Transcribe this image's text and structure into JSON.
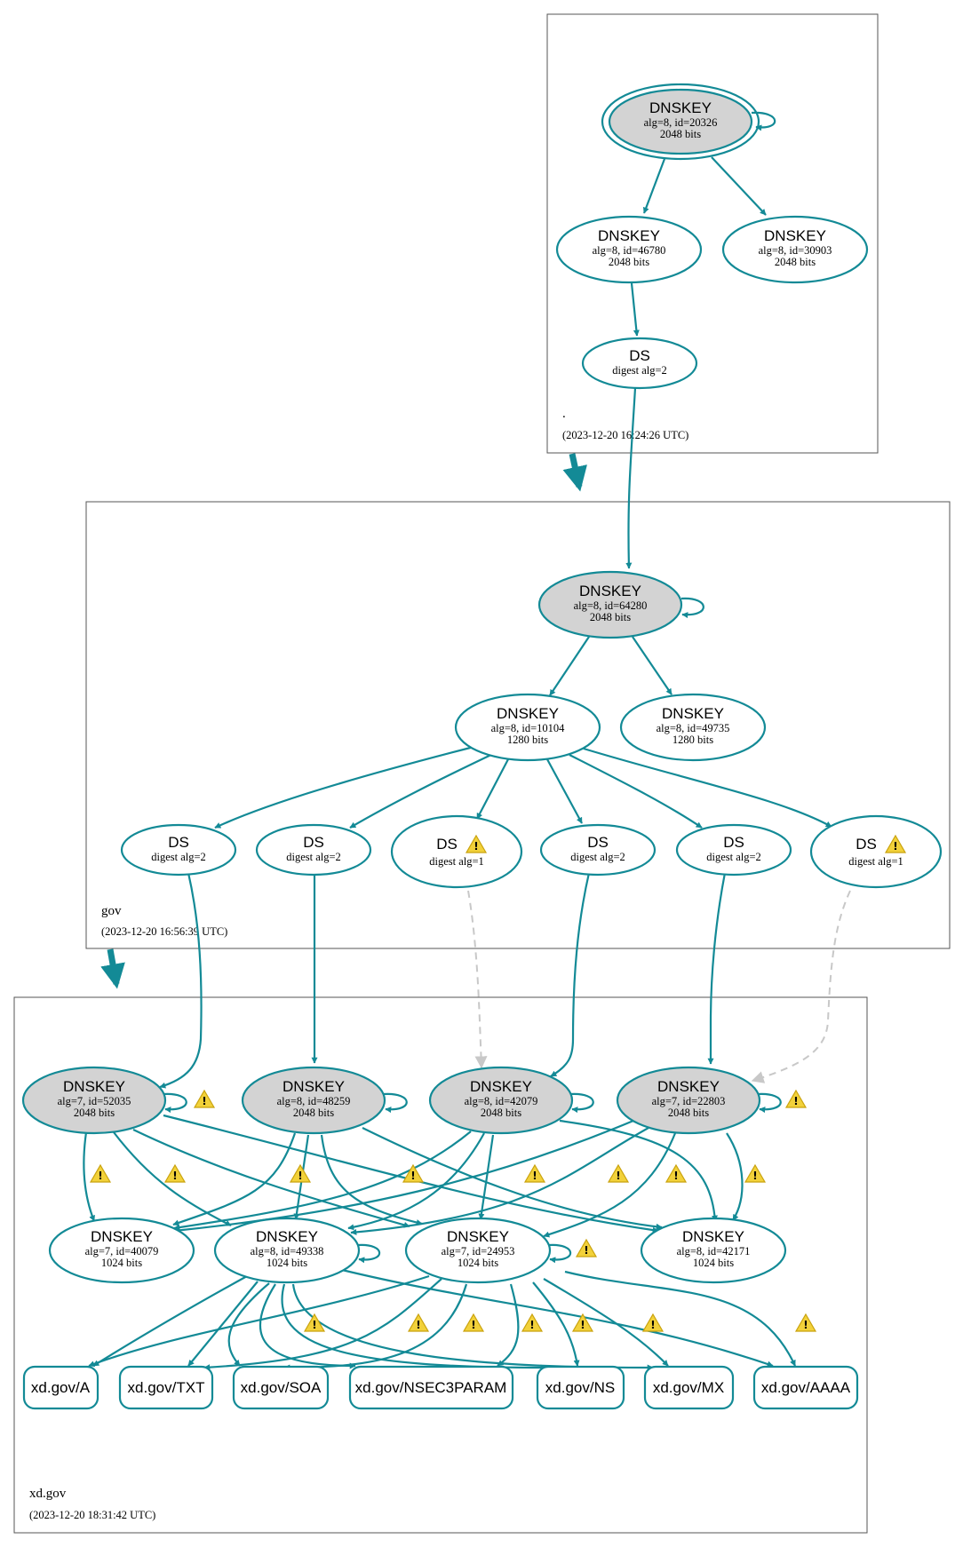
{
  "zones": {
    "root": {
      "name": ".",
      "timestamp": "(2023-12-20 16:24:26 UTC)"
    },
    "gov": {
      "name": "gov",
      "timestamp": "(2023-12-20 16:56:39 UTC)"
    },
    "xd": {
      "name": "xd.gov",
      "timestamp": "(2023-12-20 18:31:42 UTC)"
    }
  },
  "nodes": {
    "root_ksk": {
      "title": "DNSKEY",
      "line1": "alg=8, id=20326",
      "line2": "2048 bits"
    },
    "root_zsk1": {
      "title": "DNSKEY",
      "line1": "alg=8, id=46780",
      "line2": "2048 bits"
    },
    "root_zsk2": {
      "title": "DNSKEY",
      "line1": "alg=8, id=30903",
      "line2": "2048 bits"
    },
    "root_ds": {
      "title": "DS",
      "line1": "digest alg=2"
    },
    "gov_ksk": {
      "title": "DNSKEY",
      "line1": "alg=8, id=64280",
      "line2": "2048 bits"
    },
    "gov_zsk1": {
      "title": "DNSKEY",
      "line1": "alg=8, id=10104",
      "line2": "1280 bits"
    },
    "gov_zsk2": {
      "title": "DNSKEY",
      "line1": "alg=8, id=49735",
      "line2": "1280 bits"
    },
    "gov_ds1": {
      "title": "DS",
      "line1": "digest alg=2"
    },
    "gov_ds2": {
      "title": "DS",
      "line1": "digest alg=2"
    },
    "gov_ds3": {
      "title": "DS",
      "line1": "digest alg=1"
    },
    "gov_ds4": {
      "title": "DS",
      "line1": "digest alg=2"
    },
    "gov_ds5": {
      "title": "DS",
      "line1": "digest alg=2"
    },
    "gov_ds6": {
      "title": "DS",
      "line1": "digest alg=1"
    },
    "xd_ksk1": {
      "title": "DNSKEY",
      "line1": "alg=7, id=52035",
      "line2": "2048 bits"
    },
    "xd_ksk2": {
      "title": "DNSKEY",
      "line1": "alg=8, id=48259",
      "line2": "2048 bits"
    },
    "xd_ksk3": {
      "title": "DNSKEY",
      "line1": "alg=8, id=42079",
      "line2": "2048 bits"
    },
    "xd_ksk4": {
      "title": "DNSKEY",
      "line1": "alg=7, id=22803",
      "line2": "2048 bits"
    },
    "xd_zsk1": {
      "title": "DNSKEY",
      "line1": "alg=7, id=40079",
      "line2": "1024 bits"
    },
    "xd_zsk2": {
      "title": "DNSKEY",
      "line1": "alg=8, id=49338",
      "line2": "1024 bits"
    },
    "xd_zsk3": {
      "title": "DNSKEY",
      "line1": "alg=7, id=24953",
      "line2": "1024 bits"
    },
    "xd_zsk4": {
      "title": "DNSKEY",
      "line1": "alg=8, id=42171",
      "line2": "1024 bits"
    }
  },
  "rrsets": {
    "a": "xd.gov/A",
    "txt": "xd.gov/TXT",
    "soa": "xd.gov/SOA",
    "nsec3param": "xd.gov/NSEC3PARAM",
    "ns": "xd.gov/NS",
    "mx": "xd.gov/MX",
    "aaaa": "xd.gov/AAAA"
  },
  "colors": {
    "secure_edge": "#138a96",
    "insecure_edge": "#c8c8c8",
    "sep_key_fill": "#d3d3d3",
    "warning": "#f2d13a"
  },
  "icons": {
    "warning": "warning-icon",
    "warning_glyph": "!"
  }
}
